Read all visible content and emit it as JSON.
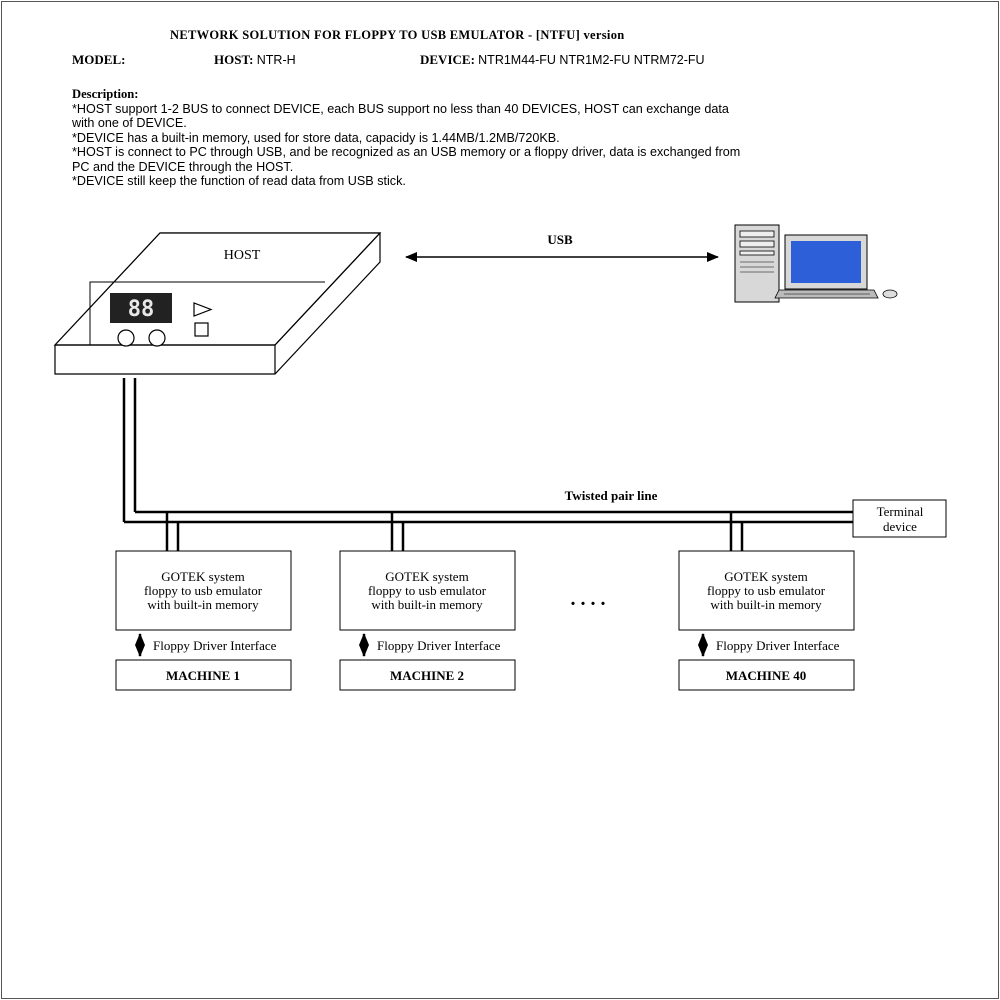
{
  "title": "NETWORK SOLUTION FOR FLOPPY TO USB EMULATOR  - [NTFU] version",
  "model": {
    "model_label": "MODEL:",
    "host_label": "HOST:",
    "host_value": "NTR-H",
    "device_label": "DEVICE:",
    "device_value": "NTR1M44-FU  NTR1M2-FU  NTRM72-FU"
  },
  "description": {
    "heading": "Description:",
    "lines": [
      "*HOST support 1-2 BUS to connect DEVICE, each BUS support no less than 40 DEVICES, HOST can exchange data",
      " with one of DEVICE.",
      "*DEVICE has a built-in memory, used for store data, capacidy is 1.44MB/1.2MB/720KB.",
      "*HOST is connect to PC through USB, and be recognized as an USB memory or a floppy driver, data is exchanged from",
      " PC and the DEVICE through the HOST.",
      "*DEVICE still keep the function of read data from USB stick."
    ]
  },
  "diagram": {
    "host_label": "HOST",
    "display_digits": "88",
    "usb_label": "USB",
    "bus_label": "Twisted pair line",
    "terminal_line1": "Terminal",
    "terminal_line2": "device",
    "ellipsis": ". . . .",
    "devices": [
      {
        "line1": "GOTEK system",
        "line2": "floppy to usb emulator",
        "line3": "with built-in memory",
        "interface": "Floppy Driver Interface",
        "machine": "MACHINE 1"
      },
      {
        "line1": "GOTEK system",
        "line2": "floppy to usb emulator",
        "line3": "with built-in memory",
        "interface": "Floppy Driver Interface",
        "machine": "MACHINE 2"
      },
      {
        "line1": "GOTEK system",
        "line2": "floppy to usb emulator",
        "line3": "with built-in memory",
        "interface": "Floppy Driver Interface",
        "machine": "MACHINE 40"
      }
    ]
  },
  "colors": {
    "ink": "#000000",
    "display_bg": "#222222",
    "display_digit": "#e8e8e8",
    "monitor_screen": "#2d5fd8",
    "pc_body": "#d8d8d8"
  }
}
